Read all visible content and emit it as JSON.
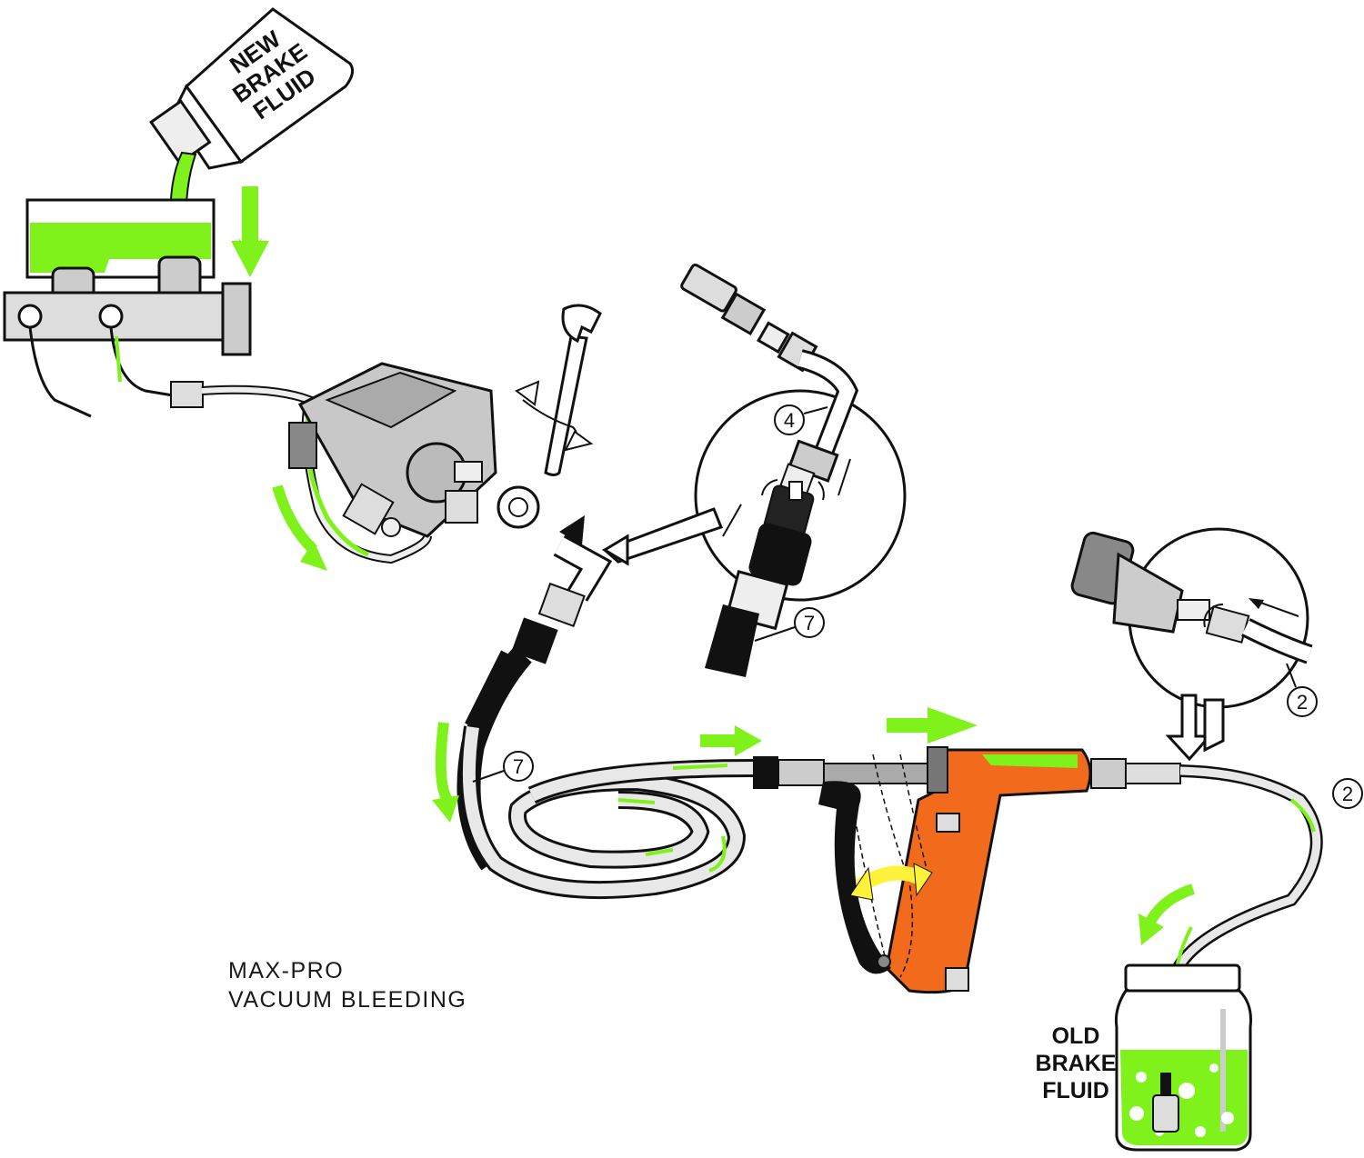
{
  "bottle_label": [
    "NEW",
    "BRAKE",
    "FLUID"
  ],
  "jar_label": [
    "OLD",
    "BRAKE",
    "FLUID"
  ],
  "caption": [
    "MAX-PRO",
    "VACUUM BLEEDING"
  ],
  "callouts": {
    "fitting": "4",
    "hose_adapter": "7",
    "main_hose": "7",
    "detail_hose": "2",
    "outlet_hose": "2"
  },
  "colors": {
    "fluid": "#7ff21c",
    "gun": "#f26a1b",
    "hose": "#e8e8e8",
    "outline": "#111111",
    "trigger_arrow": "#fff23a"
  }
}
